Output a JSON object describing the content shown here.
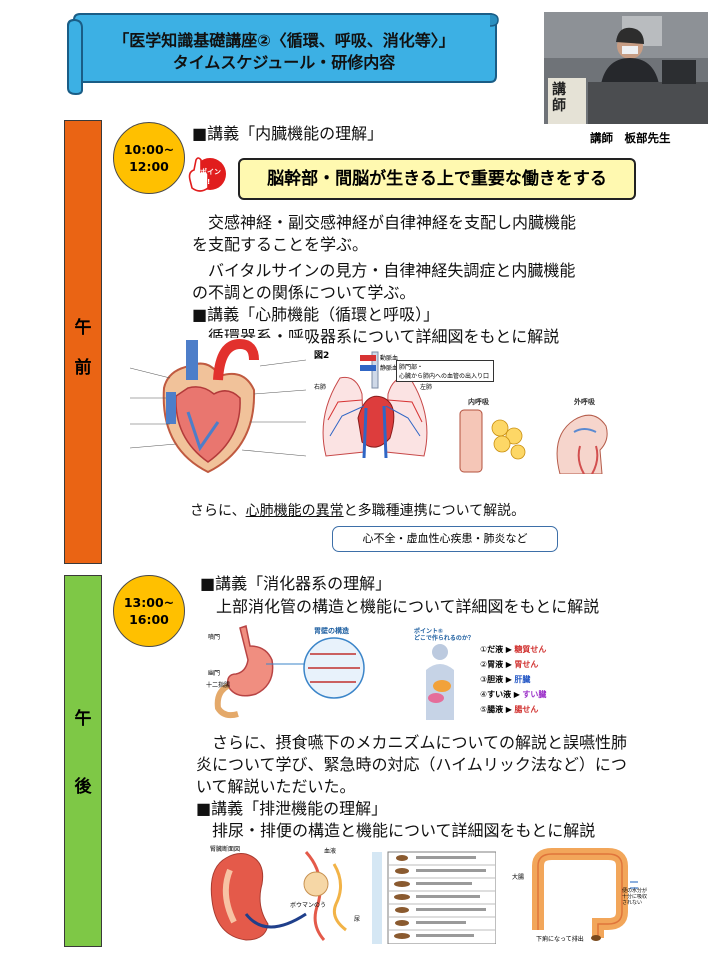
{
  "banner": {
    "line1": "「医学知識基礎講座②〈循環、呼吸、消化等〉」",
    "line2": "タイムスケジュール・研修内容"
  },
  "photo": {
    "sign_text": "講師"
  },
  "teacher": "講師　板部先生",
  "am": {
    "side_label_1": "午",
    "side_label_2": "前",
    "time_start": "10:00~",
    "time_end": "12:00",
    "lecture1_heading": "■講義「内臓機能の理解」",
    "point_badge": "ポイント!",
    "point_text": "脳幹部・間脳が生きる上で重要な働きをする",
    "para1_line1": "　交感神経・副交感神経が自律神経を支配し内臓機能",
    "para1_line2": "を支配することを学ぶ。",
    "para2_line1": "　バイタルサインの見方・自律神経失調症と内臓機能",
    "para2_line2": "の不調との関係について学ぶ。",
    "lecture2_heading": "■講義「心肺機能（循環と呼吸）」",
    "lecture2_sub": "　循環器系・呼吸器系について詳細図をもとに解説",
    "fig2": {
      "label": "図2",
      "legend_1": "動脈血",
      "legend_2": "静脈血",
      "note_line1": "肺門部・",
      "note_line2": "心臓から肺内への血管の出入り口",
      "left_lung": "左肺",
      "right_lung": "右肺",
      "panel_1": "内呼吸",
      "panel_2": "外呼吸"
    },
    "summary_prefix": "さらに、",
    "summary_link": "心肺機能の異常",
    "summary_suffix": "と多職種連携について解説。",
    "callout": "心不全・虚血性心疾患・肺炎など"
  },
  "pm": {
    "side_label_1": "午",
    "side_label_2": "後",
    "time_start": "13:00~",
    "time_end": "16:00",
    "lecture3_heading": "■講義「消化器系の理解」",
    "lecture3_sub": "　上部消化管の構造と機能について詳細図をもとに解説",
    "stomach": {
      "label_1": "噴門",
      "label_2": "幽門",
      "label_3": "十二指腸",
      "label_4": "胃壁の構造"
    },
    "digestive": {
      "title_1": "ポイント⑤",
      "title_2": "どこで作られるのか？",
      "items": [
        {
          "num": "①",
          "name": "だ液",
          "enzyme": "糖質せん"
        },
        {
          "num": "②",
          "name": "胃液",
          "enzyme": "胃せん"
        },
        {
          "num": "③",
          "name": "胆液",
          "enzyme": "肝臓"
        },
        {
          "num": "④",
          "name": "すい液",
          "enzyme": "すい臓"
        },
        {
          "num": "⑤",
          "name": "腸液",
          "enzyme": "腸せん"
        }
      ]
    },
    "para3_line1": "　さらに、摂食嚥下のメカニズムについての解説と誤嚥性肺",
    "para3_line2": "炎について学び、緊急時の対応（ハイムリック法など）につ",
    "para3_line3": "いて解説いただいた。",
    "lecture4_heading": "■講義「排泄機能の理解」",
    "lecture4_sub": "　排尿・排便の構造と機能について詳細図をもとに解説",
    "kidney": {
      "label_1": "腎臓断面図",
      "label_2": "血液",
      "label_3": "ボウマンのう",
      "label_4": "尿"
    },
    "colon": {
      "label_1": "大腸",
      "label_2": "下痢になって排出",
      "label_3": "便の水分が十分に吸収されない"
    }
  }
}
